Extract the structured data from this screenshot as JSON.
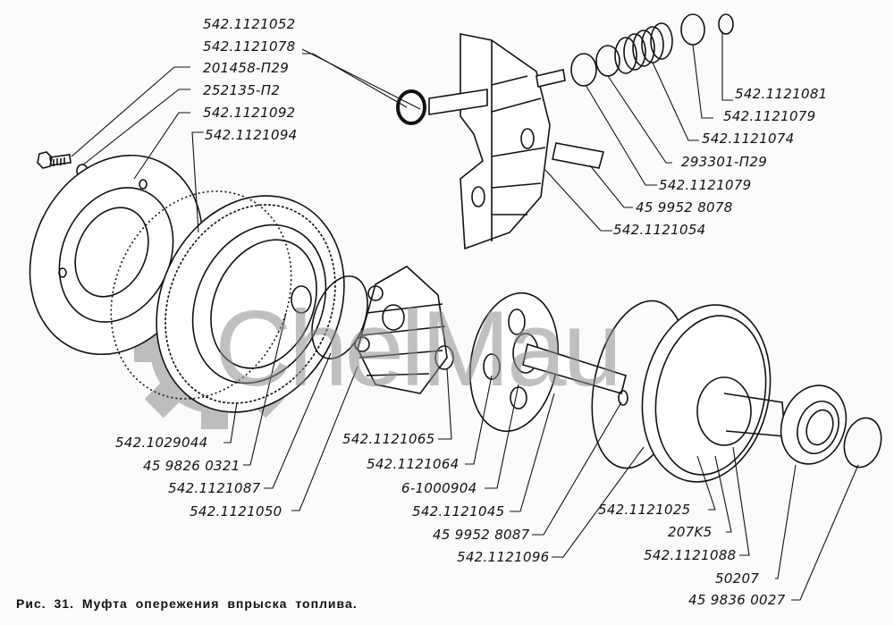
{
  "watermark": {
    "text": "ChelMau",
    "icon": "gear-logo-icon"
  },
  "caption": "Рис. 31. Муфта опережения впрыска топлива.",
  "labels": {
    "l01": "542.1121052",
    "l02": "542.1121078",
    "l03": "201458-П29",
    "l04": "252135-П2",
    "l05": "542.1121092",
    "l06": "542.1121094",
    "l07": "542.1121081",
    "l08": "542.1121079",
    "l09": "542.1121074",
    "l10": "293301-П29",
    "l11": "542.1121079",
    "l12": "45 9952 8078",
    "l13": "542.1121054",
    "l14": "542.1029044",
    "l15": "45 9826 0321",
    "l16": "542.1121087",
    "l17": "542.1121050",
    "l18": "542.1121065",
    "l19": "542.1121064",
    "l20": "6-1000904",
    "l21": "542.1121045",
    "l22": "45 9952 8087",
    "l23": "542.1121096",
    "l24": "542.1121025",
    "l25": "207K5",
    "l26": "542.1121088",
    "l27": "50207",
    "l28": "45 9836 0027"
  }
}
